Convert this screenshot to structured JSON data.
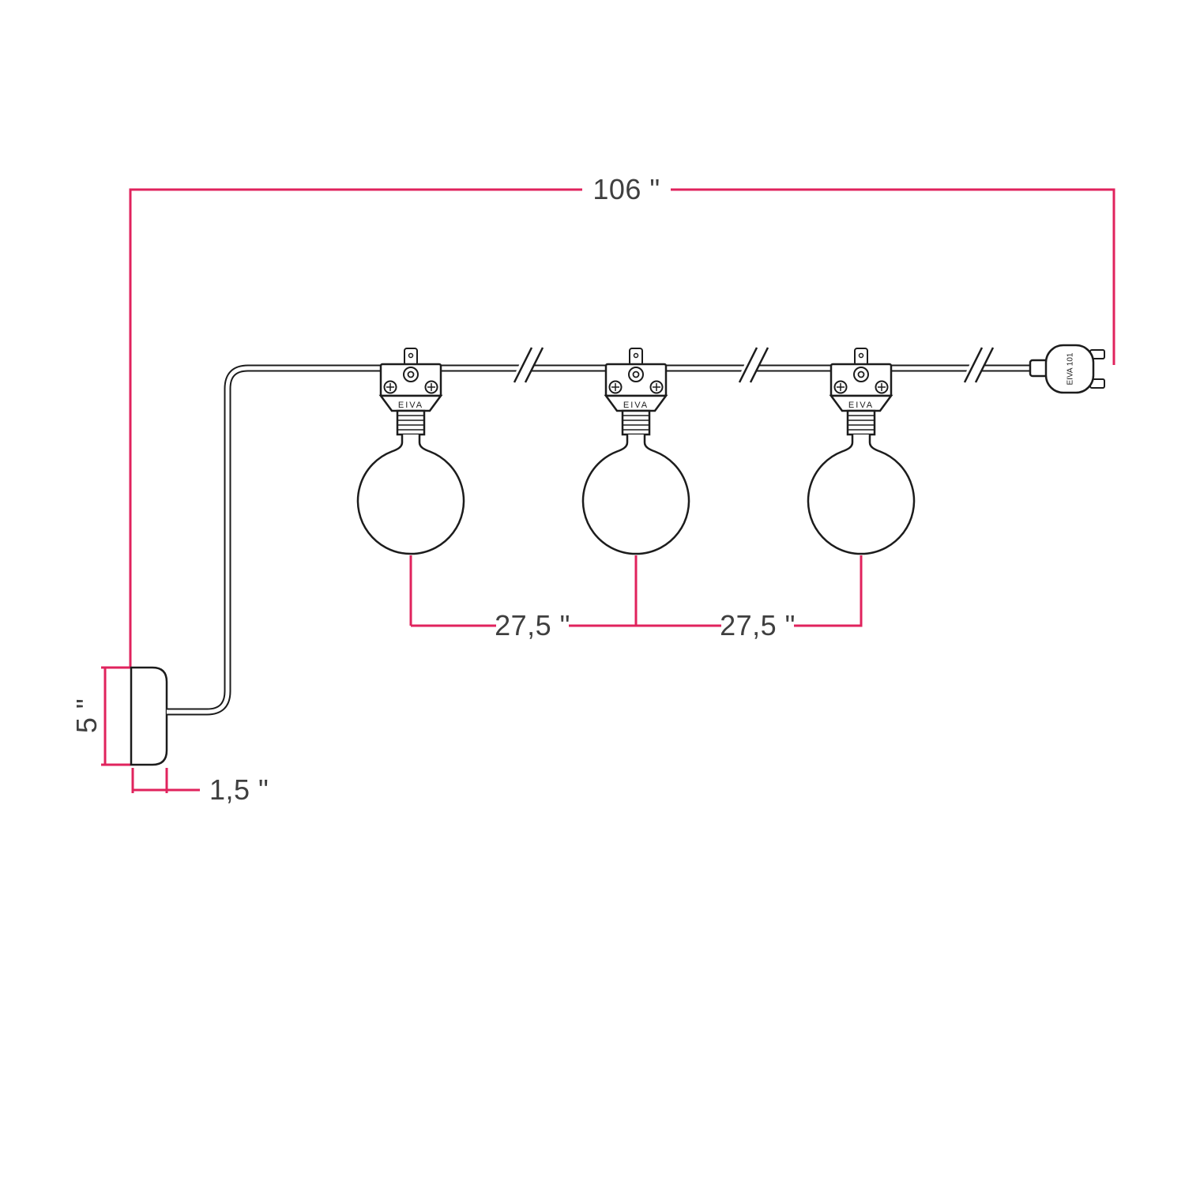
{
  "diagram": {
    "colors": {
      "line": "#1c1c1c",
      "dimension": "#e0235d",
      "text": "#3f3f3f",
      "background": "#ffffff"
    },
    "dimensions": {
      "total_length": "106 \"",
      "bulb_spacing_1": "27,5 \"",
      "bulb_spacing_2": "27,5 \"",
      "mount_height": "5 \"",
      "mount_depth": "1,5 \""
    },
    "labels": {
      "socket_1": "EIVA",
      "socket_2": "EIVA",
      "socket_3": "EIVA",
      "plug": "EIVA 101"
    }
  }
}
